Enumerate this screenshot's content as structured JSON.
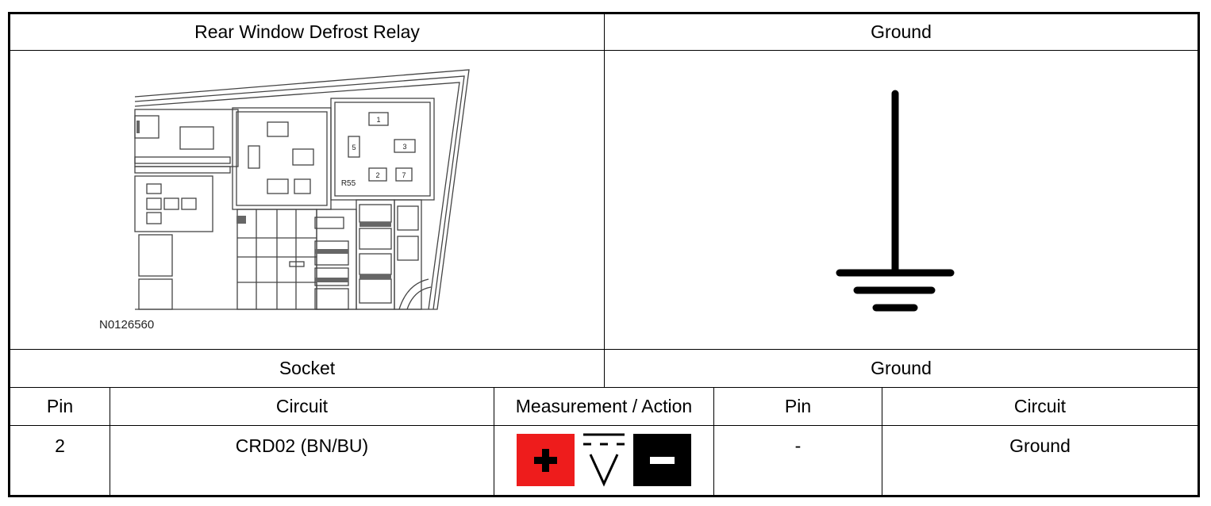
{
  "header": {
    "left_title": "Rear Window Defrost Relay",
    "right_title": "Ground"
  },
  "diagram": {
    "figure_id": "N0126560",
    "relay_label": "R55",
    "pin_labels": [
      "1",
      "5",
      "3",
      "2",
      "7"
    ]
  },
  "subheader": {
    "left": "Socket",
    "right": "Ground"
  },
  "columns": [
    "Pin",
    "Circuit",
    "Measurement / Action",
    "Pin",
    "Circuit"
  ],
  "row": {
    "pin": "2",
    "circuit": "CRD02 (BN/BU)",
    "ground_pin": "-",
    "ground_circuit": "Ground"
  },
  "measurement": {
    "positive_color": "#ee1c1c",
    "negative_color": "#000000",
    "positive_symbol": "plus-icon",
    "negative_symbol": "minus-icon",
    "meter_symbol": "dc-voltage-icon"
  }
}
